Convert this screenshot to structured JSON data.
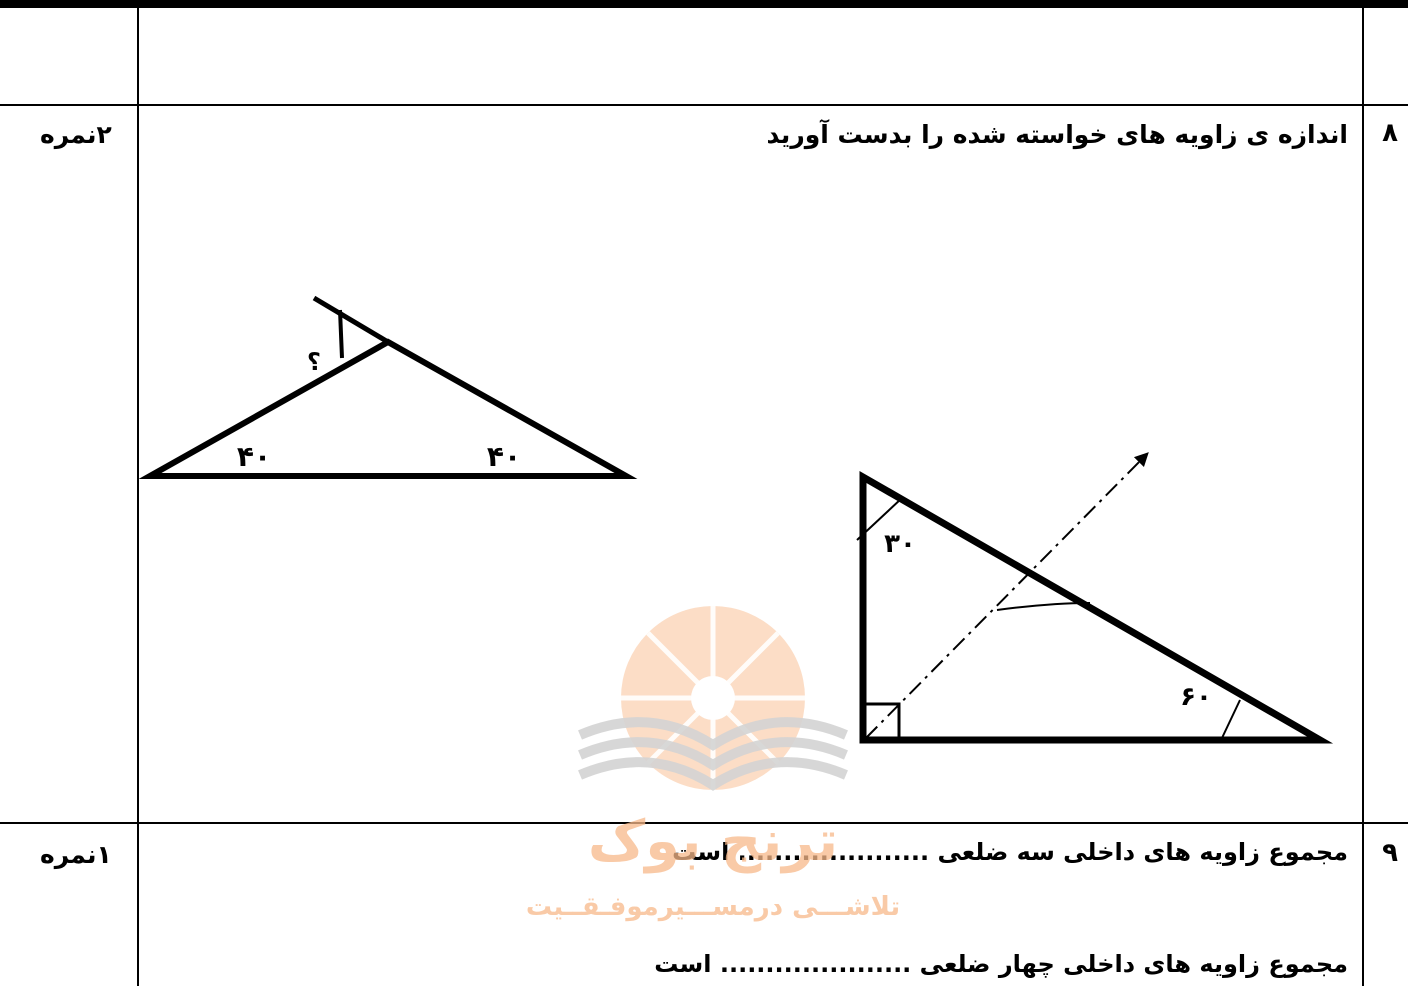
{
  "rows": [
    {
      "number": "۸",
      "score": "۲نمره",
      "question": "اندازه ی زاویه های خواسته شده را بدست آورید",
      "figure_labels": {
        "triangle1_left_angle": "۴۰",
        "triangle1_right_angle": "۴۰",
        "triangle1_unknown": "؟",
        "triangle2_top_angle": "۳۰",
        "triangle2_right_angle": "۶۰"
      }
    },
    {
      "number": "۹",
      "score": "۱نمره",
      "line1": "مجموع زاویه های داخلی سه ضلعی ..................... است",
      "line2": "مجموع زاویه های داخلی چهار ضلعی ..................... است"
    }
  ],
  "watermark": {
    "brand": "ترنج بوک",
    "slogan": "تلاشـــی درمســـیرموفـقــیت"
  },
  "colors": {
    "watermark_orange": "#f7b98a",
    "watermark_gray": "#d0d0d0"
  }
}
